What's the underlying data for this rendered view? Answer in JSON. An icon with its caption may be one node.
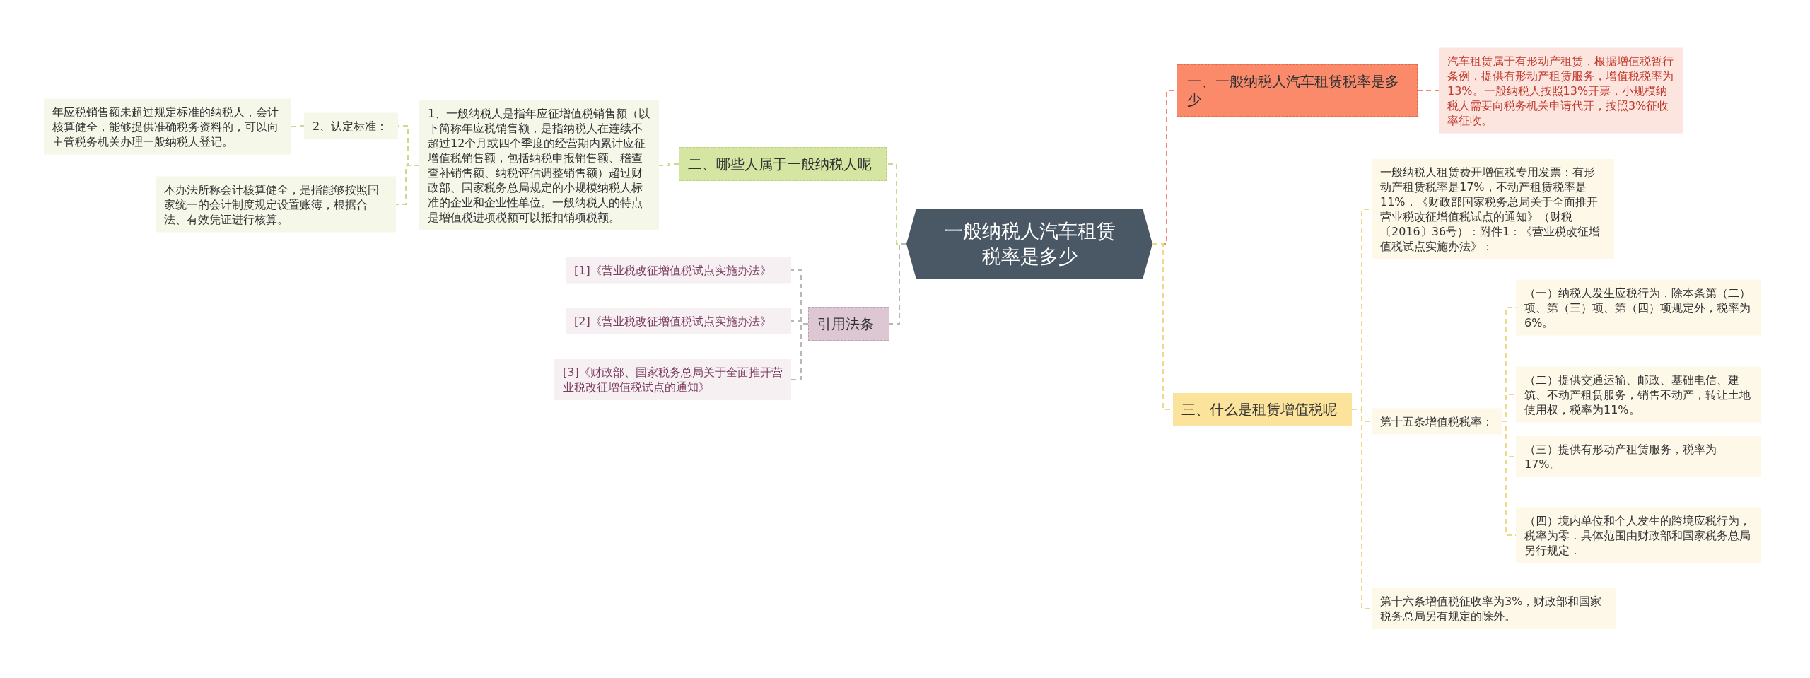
{
  "diagram": {
    "nodes": [
      {
        "text": [
          "一般纳税人汽车租赁税率是多少"
        ]
      },
      {
        "text": [
          "二、哪些人属于一般纳税人呢"
        ]
      },
      {
        "text": [
          "1、一般纳税人是指年应征增值税销售额（以下简称年应税销售额，是指纳税人在连续不超过12个月或四个季度的经营期内累计应征增值税销售额，包括纳税申报销售额、稽查查补销售额、纳税评估调整销售额）超过财政部、国家税务总局规定的小规模纳税人标准的企业和企业性单位。一般纳税人的特点是增值税进项税额可以抵扣销项税额。"
        ]
      },
      {
        "text": [
          "2、认定标准："
        ]
      },
      {
        "text": [
          "年应税销售额未超过规定标准的纳税人，会计核算健全，能够提供准确税务资料的，可以向主管税务机关办理一般纳税人登记。"
        ]
      },
      {
        "text": [
          "本办法所称会计核算健全，是指能够按照国家统一的会计制度规定设置账簿，根据合法、有效凭证进行核算。"
        ]
      },
      {
        "text": [
          "引用法条"
        ]
      },
      {
        "text": [
          "[1]《营业税改征增值税试点实施办法》"
        ]
      },
      {
        "text": [
          "[2]《营业税改征增值税试点实施办法》"
        ]
      },
      {
        "text": [
          "[3]《财政部、国家税务总局关于全面推开营业税改征增值税试点的通知》"
        ]
      },
      {
        "text": [
          "一、一般纳税人汽车租赁税率是多少"
        ]
      },
      {
        "text": [
          "汽车租赁属于有形动产租赁，根据增值税暂行条例，提供有形动产租赁服务，增值税税率为13%。一般纳税人按照13%开票，小规模纳税人需要向税务机关申请代开，按照3%征收率征收。"
        ]
      },
      {
        "text": [
          "三、什么是租赁增值税呢"
        ]
      },
      {
        "text": [
          "一般纳税人租赁费开增值税专用发票：有形动产租赁税率是17%，不动产租赁税率是11%．《财政部国家税务总局关于全面推开营业税改征增值税试点的通知》（财税〔2016〕36号）：附件1：《营业税改征增值税试点实施办法》："
        ]
      },
      {
        "text": [
          "第十五条增值税税率："
        ]
      },
      {
        "text": [
          "（一）纳税人发生应税行为，除本条第（二）项、第（三）项、第（四）项规定外，税率为6%。"
        ]
      },
      {
        "text": [
          "（二）提供交通运输、邮政、基础电信、建筑、不动产租赁服务，销售不动产，转让土地使用权，税率为11%。"
        ]
      },
      {
        "text": [
          "（三）提供有形动产租赁服务，税率为17%。"
        ]
      },
      {
        "text": [
          "（四）境内单位和个人发生的跨境应税行为，税率为零．具体范围由财政部和国家税务总局另行规定．"
        ]
      },
      {
        "text": [
          "第十六条增值税征收率为3%，财政部和国家税务总局另有规定的除外。"
        ]
      }
    ],
    "edges": [
      {
        "from": 0,
        "to": 1,
        "arrow": "none",
        "color": "#c9dc8c"
      },
      {
        "from": 1,
        "to": 2,
        "arrow": "none",
        "color": "#c9dc8c"
      },
      {
        "from": 2,
        "to": 3,
        "arrow": "none",
        "color": "#c9dc8c"
      },
      {
        "from": 2,
        "to": 5,
        "arrow": "none",
        "color": "#c9dc8c"
      },
      {
        "from": 3,
        "to": 4,
        "arrow": "none",
        "color": "#c9dc8c"
      },
      {
        "from": 0,
        "to": 6,
        "arrow": "none",
        "color": "#b8b8b8"
      },
      {
        "from": 6,
        "to": 7,
        "arrow": "none",
        "color": "#b8b8b8"
      },
      {
        "from": 6,
        "to": 8,
        "arrow": "none",
        "color": "#b8b8b8"
      },
      {
        "from": 6,
        "to": 9,
        "arrow": "none",
        "color": "#b8b8b8"
      },
      {
        "from": 0,
        "to": 10,
        "arrow": "none",
        "color": "#ef8a6e"
      },
      {
        "from": 10,
        "to": 11,
        "arrow": "none",
        "color": "#ef8a6e"
      },
      {
        "from": 0,
        "to": 12,
        "arrow": "none"
      },
      {
        "from": 12,
        "to": 13,
        "arrow": "none"
      },
      {
        "from": 12,
        "to": 14,
        "arrow": "none"
      },
      {
        "from": 12,
        "to": 19,
        "arrow": "none"
      },
      {
        "from": 14,
        "to": 15,
        "arrow": "none"
      },
      {
        "from": 14,
        "to": 16,
        "arrow": "none"
      },
      {
        "from": 14,
        "to": 17,
        "arrow": "none"
      },
      {
        "from": 14,
        "to": 18,
        "arrow": "none"
      }
    ]
  }
}
